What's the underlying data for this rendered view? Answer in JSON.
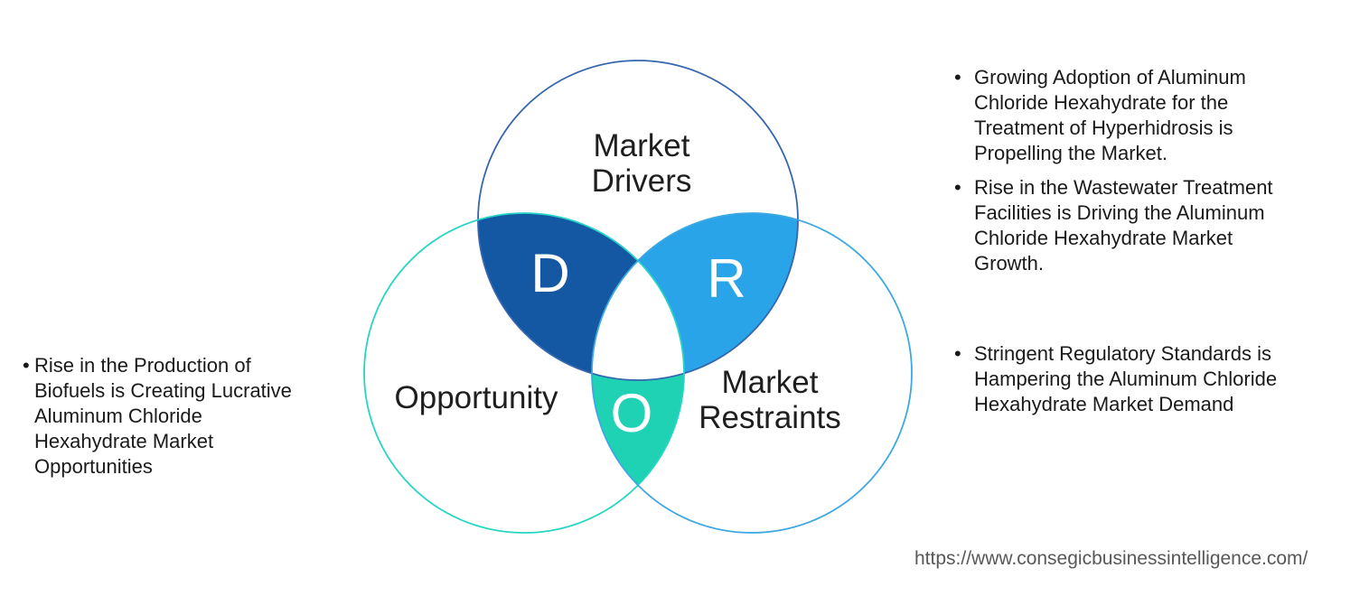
{
  "page": {
    "background": "#ffffff"
  },
  "venn": {
    "labels": {
      "drivers": "Market\nDrivers",
      "opportunity": "Opportunity",
      "restraints": "Market\nRestraints"
    },
    "letters": {
      "d": "D",
      "r": "R",
      "o": "O"
    },
    "colors": {
      "drivers_circle_stroke": "#3566ae",
      "opportunity_circle_stroke": "#26d5c4",
      "restraints_circle_stroke": "#3da8e3",
      "d_region_fill": "#1457a3",
      "r_region_fill": "#2aa4e8",
      "o_region_fill": "#20d2b4",
      "center_region_fill": "#ffffff",
      "letter_color": "#ffffff",
      "label_color": "#1e1e1e"
    }
  },
  "left_panel": {
    "bullet_glyph": "•",
    "items": [
      {
        "text": "Rise in the Production of\nBiofuels is Creating Lucrative\nAluminum Chloride\nHexahydrate Market\nOpportunities"
      }
    ]
  },
  "right_panel": {
    "bullet_glyph": "•",
    "items": [
      {
        "text": "Growing Adoption of Aluminum\nChloride Hexahydrate for the\nTreatment of Hyperhidrosis is\nPropelling the Market."
      },
      {
        "text": "Rise in the Wastewater Treatment\nFacilities is Driving the Aluminum\nChloride Hexahydrate Market\nGrowth."
      },
      {
        "text": "Stringent Regulatory Standards is\nHampering the Aluminum Chloride\nHexahydrate Market Demand"
      }
    ]
  },
  "footer": {
    "source_url": "https://www.consegicbusinessintelligence.com/"
  }
}
